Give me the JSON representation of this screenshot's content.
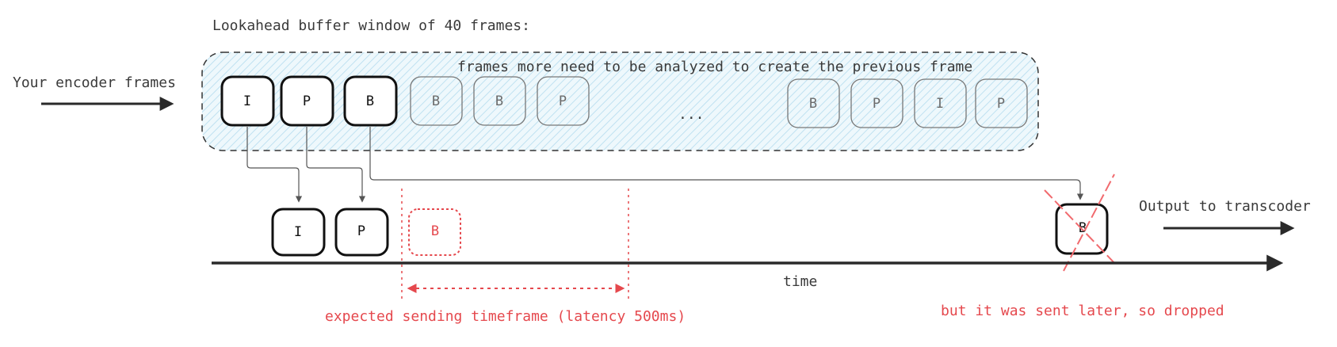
{
  "title": "Lookahead buffer window of 40 frames:",
  "buffer_note": "frames more need to be analyzed to create the previous frame",
  "input_label": "Your encoder frames",
  "output_label": "Output to transcoder",
  "ellipsis": "...",
  "timeline_label": "time",
  "expected_window_label": "expected sending timeframe (latency 500ms)",
  "dropped_label": "but it was sent later, so dropped",
  "buffer_frames_active": [
    "I",
    "P",
    "B"
  ],
  "buffer_frames_pending_left": [
    "B",
    "B",
    "P"
  ],
  "buffer_frames_pending_right": [
    "B",
    "P",
    "I",
    "P"
  ],
  "output_frames": [
    "I",
    "P"
  ],
  "expected_frame": "B",
  "late_frame": "B",
  "colors": {
    "ink": "#1e1e1e",
    "muted": "#6b6b6b",
    "red": "#e5484d",
    "buffer_fill": "#d7eef8"
  }
}
